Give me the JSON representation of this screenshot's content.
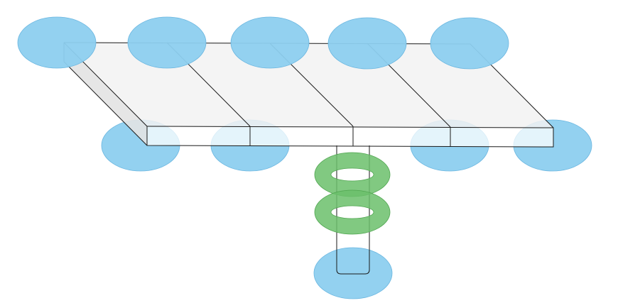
{
  "colors": {
    "background": "#ffffff",
    "node_fill": "#8dcfef",
    "node_stroke": "#6ab6e0",
    "ring_fill": "#6bbf6b",
    "ring_stroke": "#4fa54f",
    "slab_top": "#f2f2f2",
    "slab_side": "#e3e3e3",
    "slab_front": "#ffffff",
    "line": "#1a1a1a"
  },
  "shapes": {
    "nodes": [
      "node-top-1",
      "node-top-2",
      "node-top-3",
      "node-top-4",
      "node-top-5",
      "node-bottom-1",
      "node-bottom-2",
      "node-bottom-3",
      "node-bottom-4",
      "node-stem-base"
    ],
    "rings": [
      "ring-upper",
      "ring-lower"
    ],
    "structure": [
      "slab",
      "stem"
    ]
  }
}
